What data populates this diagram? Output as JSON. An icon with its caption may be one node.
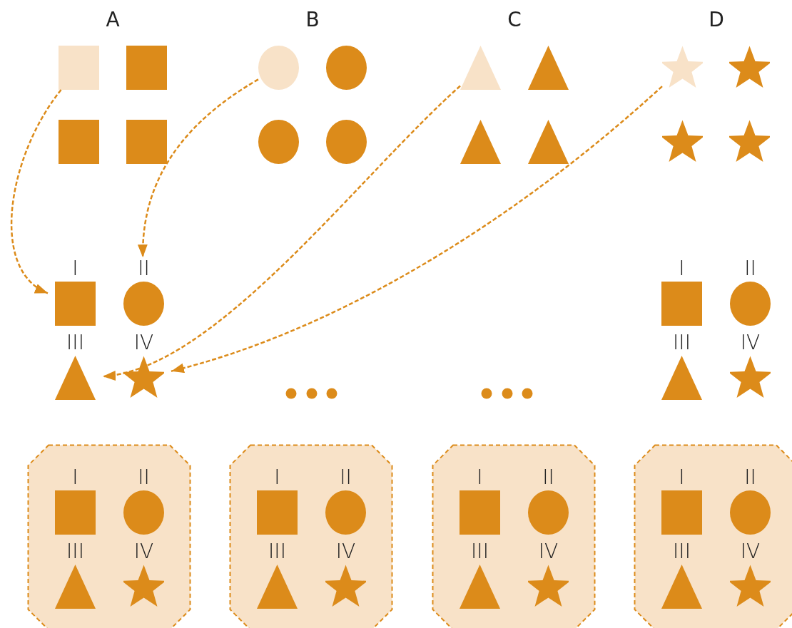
{
  "diagram": {
    "nodes": [
      {
        "text": [],
        "shape": "box"
      },
      {
        "text": [],
        "shape": "box"
      },
      {
        "text": [],
        "shape": "circle"
      },
      {
        "text": [],
        "shape": "circle"
      },
      {
        "text": [],
        "shape": "triangle"
      },
      {
        "text": [],
        "shape": "triangle"
      },
      {
        "text": [],
        "shape": "star"
      },
      {
        "text": [],
        "shape": "star"
      },
      {
        "text": [],
        "shape": "box"
      },
      {
        "text": [],
        "shape": "box"
      },
      {
        "text": [],
        "shape": "circle"
      },
      {
        "text": [],
        "shape": "circle"
      },
      {
        "text": [],
        "shape": "triangle"
      },
      {
        "text": [],
        "shape": "triangle"
      },
      {
        "text": [],
        "shape": "star"
      },
      {
        "text": [],
        "shape": "star"
      },
      {
        "text": [
          "I"
        ]
      },
      {
        "text": [
          "II"
        ]
      },
      {
        "text": [
          "III"
        ]
      },
      {
        "text": [
          "IV"
        ]
      },
      {
        "text": [
          "I"
        ]
      },
      {
        "text": [
          "II"
        ]
      },
      {
        "text": [
          "III"
        ]
      },
      {
        "text": [
          "IV"
        ]
      },
      {
        "text": [],
        "shape": "octagon"
      },
      {
        "text": [
          "I"
        ],
        "in": 24
      },
      {
        "text": [
          "II"
        ],
        "in": 24
      },
      {
        "text": [
          "III"
        ],
        "in": 24
      },
      {
        "text": [
          "IV"
        ],
        "in": 24
      },
      {
        "text": [],
        "shape": "octagon"
      },
      {
        "text": [
          "I"
        ],
        "in": 29
      },
      {
        "text": [
          "II"
        ],
        "in": 29
      },
      {
        "text": [
          "III"
        ],
        "in": 29
      },
      {
        "text": [
          "IV"
        ],
        "in": 29
      },
      {
        "text": [],
        "shape": "octagon"
      },
      {
        "text": [
          "I"
        ],
        "in": 34
      },
      {
        "text": [
          "II"
        ],
        "in": 34
      },
      {
        "text": [
          "III"
        ],
        "in": 34
      },
      {
        "text": [
          "IV"
        ],
        "in": 34
      },
      {
        "text": [],
        "shape": "octagon"
      },
      {
        "text": [
          "I"
        ],
        "in": 39
      },
      {
        "text": [
          "II"
        ],
        "in": 39
      },
      {
        "text": [
          "III"
        ],
        "in": 39
      },
      {
        "text": [
          "IV"
        ],
        "in": 39
      }
    ],
    "edges": [
      {
        "from": 0,
        "to": 16,
        "arrow": "to",
        "style": "dashed"
      },
      {
        "from": 2,
        "to": 17,
        "arrow": "to",
        "style": "dashed"
      },
      {
        "from": 4,
        "to": 18,
        "arrow": "to",
        "style": "dashed"
      },
      {
        "from": 6,
        "to": 19,
        "arrow": "to",
        "style": "dashed"
      }
    ],
    "labels": [
      "A",
      "B",
      "C",
      "D"
    ]
  }
}
